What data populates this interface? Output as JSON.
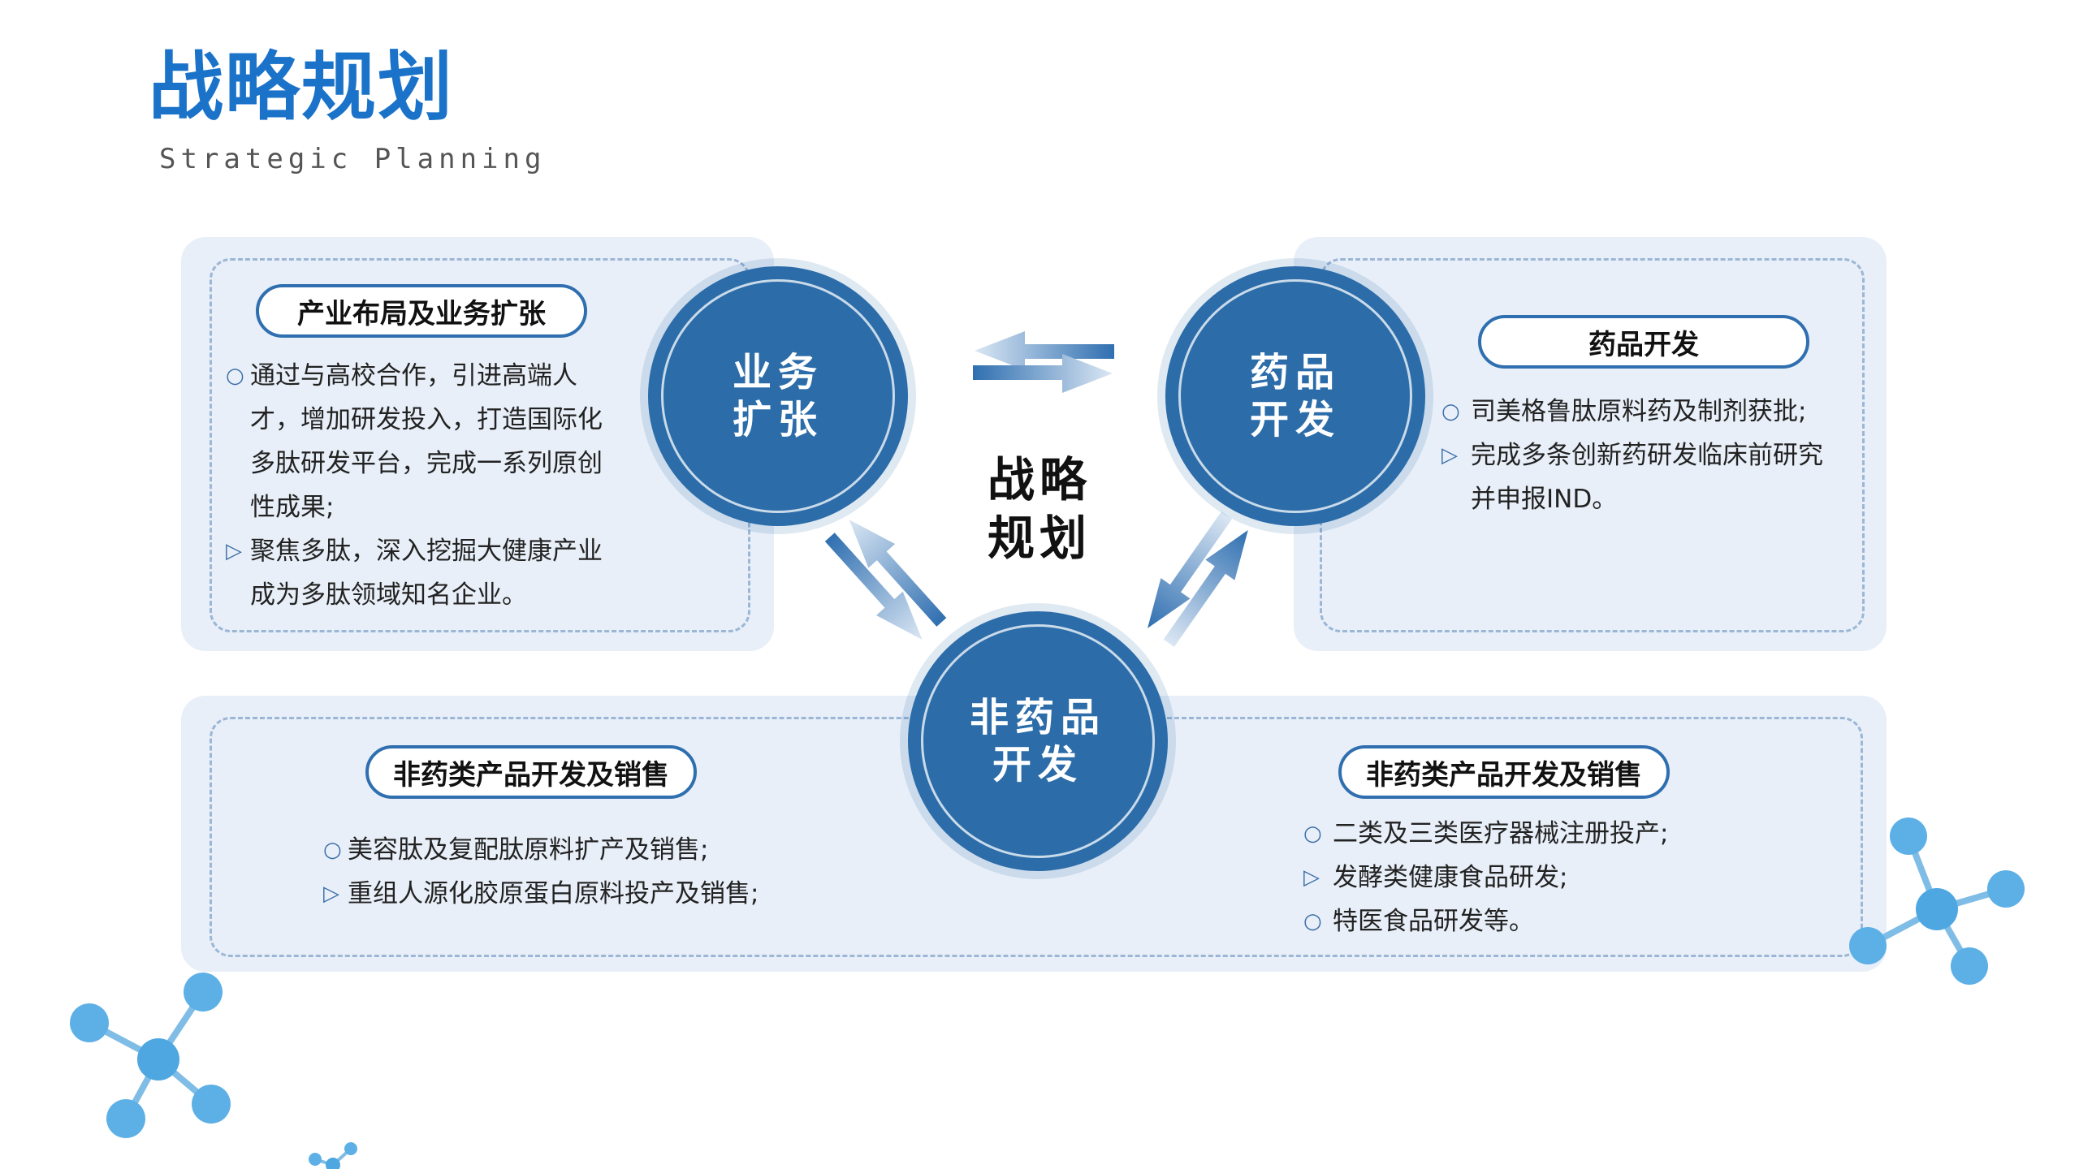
{
  "header": {
    "title": "战略规划",
    "subtitle": "Strategic Planning"
  },
  "center": {
    "label": "战略\n规划"
  },
  "circles": {
    "business": "业务\n扩张",
    "drug": "药品\n开发",
    "nondrug": "非药品\n开发"
  },
  "panels": {
    "business": {
      "title": "产业布局及业务扩张",
      "items": [
        {
          "mark": "○",
          "text": "通过与高校合作，引进高端人才，增加研发投入，打造国际化多肽研发平台，完成一系列原创性成果;"
        },
        {
          "mark": "▷",
          "text": "聚焦多肽，深入挖掘大健康产业成为多肽领域知名企业。"
        }
      ]
    },
    "drug": {
      "title": "药品开发",
      "items": [
        {
          "mark": "○",
          "text": "司美格鲁肽原料药及制剂获批;"
        },
        {
          "mark": "▷",
          "text": "完成多条创新药研发临床前研究并申报IND。"
        }
      ]
    },
    "nondrug_left": {
      "title": "非药类产品开发及销售",
      "items": [
        {
          "mark": "○",
          "text": "美容肽及复配肽原料扩产及销售;"
        },
        {
          "mark": "▷",
          "text": "重组人源化胶原蛋白原料投产及销售;"
        }
      ]
    },
    "nondrug_right": {
      "title": "非药类产品开发及销售",
      "items": [
        {
          "mark": "○",
          "text": "二类及三类医疗器械注册投产;"
        },
        {
          "mark": "▷",
          "text": "发酵类健康食品研发;"
        },
        {
          "mark": "○",
          "text": "特医食品研发等。"
        }
      ]
    }
  },
  "colors": {
    "accent": "#1a73c9",
    "circle": "#2b6ca9",
    "panel": "#e8eff8"
  }
}
